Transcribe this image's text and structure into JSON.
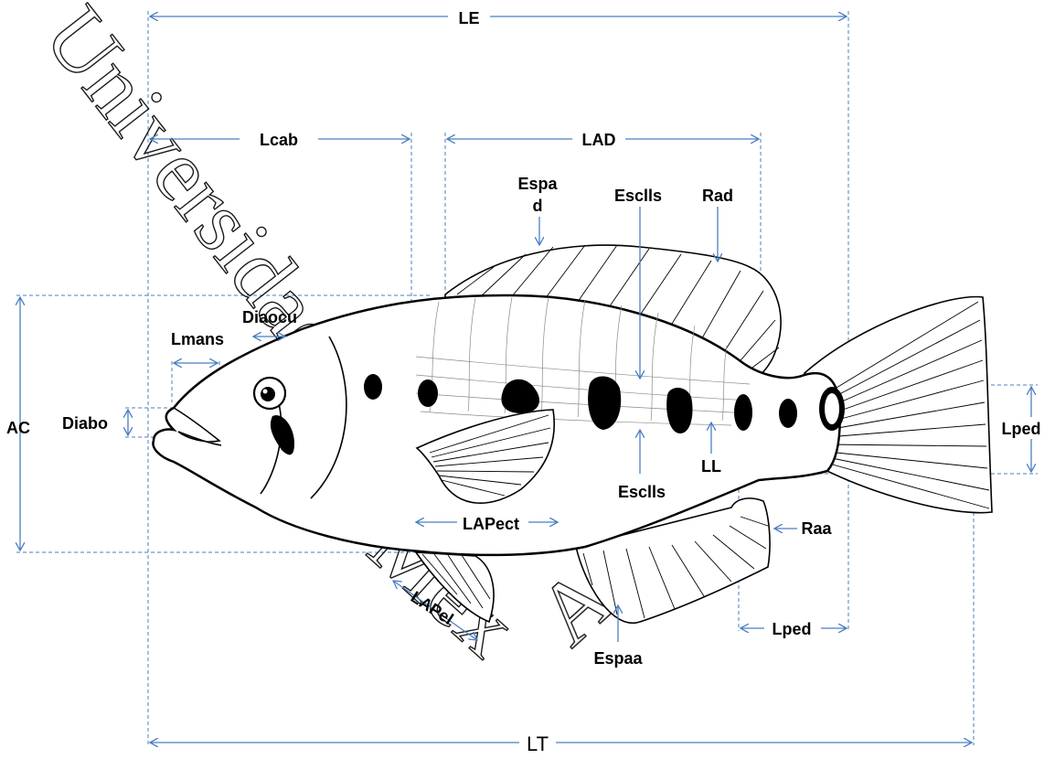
{
  "labels": {
    "le": "LE",
    "lt": "LT",
    "lcab": "Lcab",
    "lad": "LAD",
    "espad_line1": "Espa",
    "espad_line2": "d",
    "esclls_top": "Esclls",
    "esclls_bottom": "Esclls",
    "rad": "Rad",
    "diaocu": "Diaocu",
    "lmans": "Lmans",
    "diabo": "Diabo",
    "ac": "AC",
    "lped_right": "Lped",
    "lped_bottom": "Lped",
    "ll": "LL",
    "lapect": "LAPect",
    "raa": "Raa",
    "lapel": "LAPel",
    "espaa": "Espaa"
  },
  "watermark": {
    "line1": "Universidad Juárez",
    "line2": "Méx",
    "line3": "Aut"
  },
  "colors": {
    "dimension_line": "#4a7fc1",
    "outline": "#000000",
    "background": "#ffffff"
  }
}
